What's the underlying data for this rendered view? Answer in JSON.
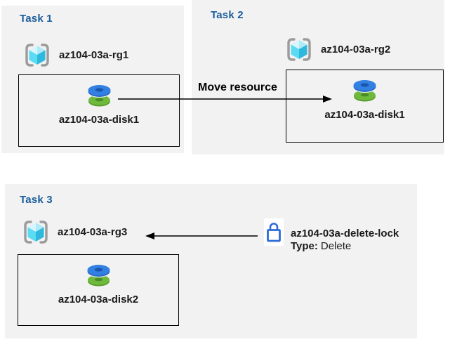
{
  "tasks": [
    {
      "title": "Task 1",
      "resource_group": "az104-03a-rg1",
      "disk": "az104-03a-disk1"
    },
    {
      "title": "Task 2",
      "resource_group": "az104-03a-rg2",
      "disk": "az104-03a-disk1"
    },
    {
      "title": "Task 3",
      "resource_group": "az104-03a-rg3",
      "disk": "az104-03a-disk2"
    }
  ],
  "move_arrow": {
    "label": "Move resource"
  },
  "lock": {
    "name": "az104-03a-delete-lock",
    "type_label": "Type:",
    "type_value": "Delete"
  },
  "icons": {
    "resource_group": "resource-group-icon",
    "disk": "disk-icon",
    "lock": "lock-icon",
    "move_arrow": "right-arrow-icon",
    "lock_arrow": "left-arrow-icon"
  },
  "colors": {
    "panel_background": "#F2F2F2",
    "task_title": "#1A5C9C",
    "text": "#1A1A1A",
    "box_border": "#000000",
    "arrow": "#000000",
    "lock_outline": "#2F6BD7",
    "disk_top_blue": "#3380E3",
    "disk_bottom_green": "#6FB93C",
    "cube_left_face": "#5ADAF3",
    "cube_right_face": "#2FB8DD",
    "bracket_gray": "#9B9B9B"
  }
}
